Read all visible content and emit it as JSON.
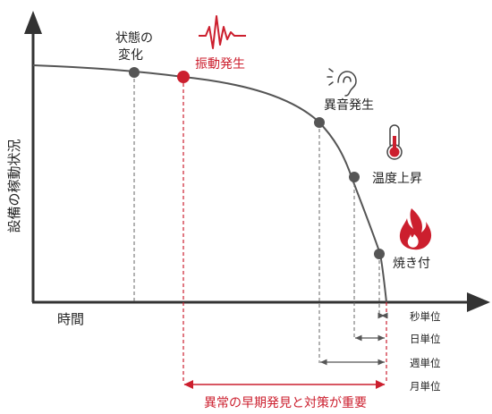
{
  "axes": {
    "y_label": "設備の稼動状況",
    "x_label": "時間"
  },
  "stages": [
    {
      "id": "change",
      "lines": [
        "状態の",
        "変化"
      ],
      "icon": "none"
    },
    {
      "id": "vibration",
      "lines": [
        "振動発生"
      ],
      "icon": "vibration-wave-icon",
      "highlight": true
    },
    {
      "id": "abnormal-sound",
      "lines": [
        "異音発生"
      ],
      "icon": "ear-icon"
    },
    {
      "id": "temp-rise",
      "lines": [
        "温度上昇"
      ],
      "icon": "thermometer-icon"
    },
    {
      "id": "burnout",
      "lines": [
        "焼き付"
      ],
      "icon": "flame-icon"
    }
  ],
  "timescales": [
    "秒単位",
    "日単位",
    "週単位",
    "月単位"
  ],
  "conclusion": "異常の早期発見と対策が重要",
  "colors": {
    "accent": "#cc1f2e",
    "curve": "#555555",
    "marker": "#555555",
    "axis": "#333333"
  }
}
